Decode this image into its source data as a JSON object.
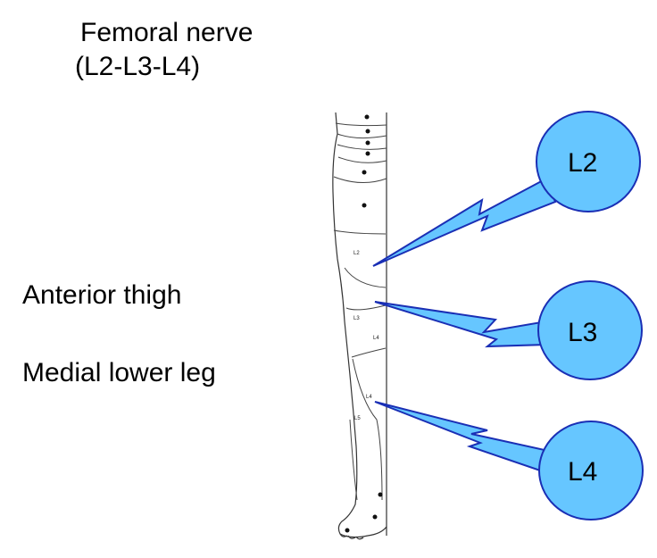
{
  "title": {
    "line1": "Femoral nerve",
    "line2": "(L2-L3-L4)"
  },
  "labels": {
    "anterior_thigh": "Anterior thigh",
    "medial_lower_leg": "Medial lower leg"
  },
  "leg_segment_labels": [
    "L2",
    "L3",
    "L4",
    "L4",
    "L5"
  ],
  "bubbles": [
    {
      "id": "l2",
      "text": "L2"
    },
    {
      "id": "l3",
      "text": "L3"
    },
    {
      "id": "l4",
      "text": "L4"
    }
  ],
  "colors": {
    "bubble_fill": "#66c6ff",
    "bubble_stroke": "#1a2fb5",
    "leg_line": "#333333"
  }
}
